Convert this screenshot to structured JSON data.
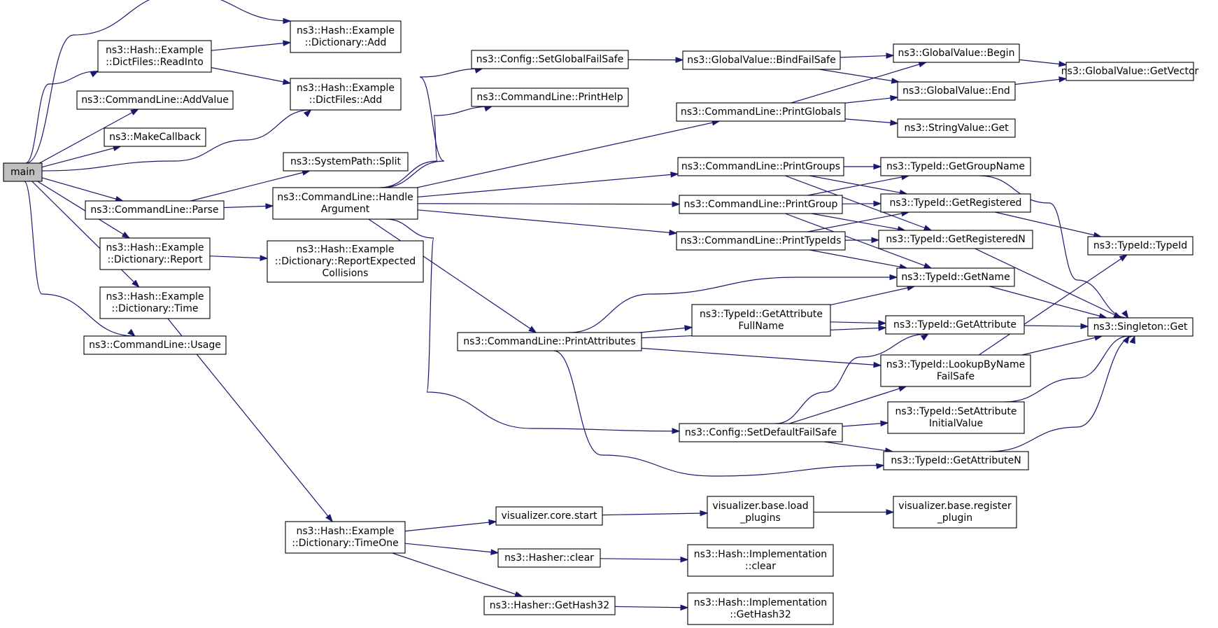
{
  "colors": {
    "edge": "#191970",
    "root_fill": "#bfbfbf",
    "node_fill": "#ffffff",
    "node_border": "#000000"
  },
  "nodes": [
    {
      "id": "main",
      "lines": [
        "main"
      ],
      "root": true
    },
    {
      "id": "dict_add",
      "lines": [
        "ns3::Hash::Example",
        "::Dictionary::Add"
      ]
    },
    {
      "id": "readinto",
      "lines": [
        "ns3::Hash::Example",
        "::DictFiles::ReadInto"
      ]
    },
    {
      "id": "df_add",
      "lines": [
        "ns3::Hash::Example",
        "::DictFiles::Add"
      ]
    },
    {
      "id": "addvalue",
      "lines": [
        "ns3::CommandLine::AddValue"
      ]
    },
    {
      "id": "makecallback",
      "lines": [
        "ns3::MakeCallback"
      ]
    },
    {
      "id": "split",
      "lines": [
        "ns3::SystemPath::Split"
      ]
    },
    {
      "id": "parse",
      "lines": [
        "ns3::CommandLine::Parse"
      ]
    },
    {
      "id": "handle",
      "lines": [
        "ns3::CommandLine::Handle",
        "Argument"
      ]
    },
    {
      "id": "report",
      "lines": [
        "ns3::Hash::Example",
        "::Dictionary::Report"
      ]
    },
    {
      "id": "reportexp",
      "lines": [
        "ns3::Hash::Example",
        "::Dictionary::ReportExpected",
        "Collisions"
      ]
    },
    {
      "id": "dtime",
      "lines": [
        "ns3::Hash::Example",
        "::Dictionary::Time"
      ]
    },
    {
      "id": "usage",
      "lines": [
        "ns3::CommandLine::Usage"
      ]
    },
    {
      "id": "setglobalfs",
      "lines": [
        "ns3::Config::SetGlobalFailSafe"
      ]
    },
    {
      "id": "printhelp",
      "lines": [
        "ns3::CommandLine::PrintHelp"
      ]
    },
    {
      "id": "bindfs",
      "lines": [
        "ns3::GlobalValue::BindFailSafe"
      ]
    },
    {
      "id": "gvbegin",
      "lines": [
        "ns3::GlobalValue::Begin"
      ]
    },
    {
      "id": "gvend",
      "lines": [
        "ns3::GlobalValue::End"
      ]
    },
    {
      "id": "gvgetvector",
      "lines": [
        "ns3::GlobalValue::GetVector"
      ]
    },
    {
      "id": "printglobals",
      "lines": [
        "ns3::CommandLine::PrintGlobals"
      ]
    },
    {
      "id": "svget",
      "lines": [
        "ns3::StringValue::Get"
      ]
    },
    {
      "id": "printgroups",
      "lines": [
        "ns3::CommandLine::PrintGroups"
      ]
    },
    {
      "id": "getgroupname",
      "lines": [
        "ns3::TypeId::GetGroupName"
      ]
    },
    {
      "id": "printgroup",
      "lines": [
        "ns3::CommandLine::PrintGroup"
      ]
    },
    {
      "id": "getregistered",
      "lines": [
        "ns3::TypeId::GetRegistered"
      ]
    },
    {
      "id": "printtypeids",
      "lines": [
        "ns3::CommandLine::PrintTypeIds"
      ]
    },
    {
      "id": "getregisteredn",
      "lines": [
        "ns3::TypeId::GetRegisteredN"
      ]
    },
    {
      "id": "typeid",
      "lines": [
        "ns3::TypeId::TypeId"
      ]
    },
    {
      "id": "getname",
      "lines": [
        "ns3::TypeId::GetName"
      ]
    },
    {
      "id": "getattrfull",
      "lines": [
        "ns3::TypeId::GetAttribute",
        "FullName"
      ]
    },
    {
      "id": "printattrs",
      "lines": [
        "ns3::CommandLine::PrintAttributes"
      ]
    },
    {
      "id": "getattribute",
      "lines": [
        "ns3::TypeId::GetAttribute"
      ]
    },
    {
      "id": "singleton",
      "lines": [
        "ns3::Singleton::Get"
      ]
    },
    {
      "id": "lookupbyname",
      "lines": [
        "ns3::TypeId::LookupByName",
        "FailSafe"
      ]
    },
    {
      "id": "setattrinit",
      "lines": [
        "ns3::TypeId::SetAttribute",
        "InitialValue"
      ]
    },
    {
      "id": "setdefaultfs",
      "lines": [
        "ns3::Config::SetDefaultFailSafe"
      ]
    },
    {
      "id": "getattrn",
      "lines": [
        "ns3::TypeId::GetAttributeN"
      ]
    },
    {
      "id": "timeone",
      "lines": [
        "ns3::Hash::Example",
        "::Dictionary::TimeOne"
      ]
    },
    {
      "id": "vizstart",
      "lines": [
        "visualizer.core.start"
      ]
    },
    {
      "id": "vizload",
      "lines": [
        "visualizer.base.load",
        "_plugins"
      ]
    },
    {
      "id": "vizreg",
      "lines": [
        "visualizer.base.register",
        "_plugin"
      ]
    },
    {
      "id": "hclear",
      "lines": [
        "ns3::Hasher::clear"
      ]
    },
    {
      "id": "himplclear",
      "lines": [
        "ns3::Hash::Implementation",
        "::clear"
      ]
    },
    {
      "id": "hgethash",
      "lines": [
        "ns3::Hasher::GetHash32"
      ]
    },
    {
      "id": "himplhash",
      "lines": [
        "ns3::Hash::Implementation",
        "::GetHash32"
      ]
    }
  ],
  "edges": [
    [
      "main",
      "dict_add"
    ],
    [
      "main",
      "readinto"
    ],
    [
      "main",
      "df_add"
    ],
    [
      "main",
      "addvalue"
    ],
    [
      "main",
      "makecallback"
    ],
    [
      "main",
      "parse"
    ],
    [
      "main",
      "report"
    ],
    [
      "main",
      "dtime"
    ],
    [
      "main",
      "usage"
    ],
    [
      "readinto",
      "dict_add"
    ],
    [
      "readinto",
      "df_add"
    ],
    [
      "parse",
      "split"
    ],
    [
      "parse",
      "handle"
    ],
    [
      "report",
      "reportexp"
    ],
    [
      "dtime",
      "timeone"
    ],
    [
      "handle",
      "setglobalfs"
    ],
    [
      "handle",
      "printhelp"
    ],
    [
      "handle",
      "printglobals"
    ],
    [
      "handle",
      "printgroups"
    ],
    [
      "handle",
      "printgroup"
    ],
    [
      "handle",
      "printtypeids"
    ],
    [
      "handle",
      "printattrs"
    ],
    [
      "handle",
      "setdefaultfs"
    ],
    [
      "setglobalfs",
      "bindfs"
    ],
    [
      "bindfs",
      "gvbegin"
    ],
    [
      "bindfs",
      "gvend"
    ],
    [
      "gvbegin",
      "gvgetvector"
    ],
    [
      "gvend",
      "gvgetvector"
    ],
    [
      "printglobals",
      "gvbegin"
    ],
    [
      "printglobals",
      "gvend"
    ],
    [
      "printglobals",
      "svget"
    ],
    [
      "printgroups",
      "getgroupname"
    ],
    [
      "printgroups",
      "getregistered"
    ],
    [
      "printgroups",
      "getregisteredn"
    ],
    [
      "printgroup",
      "getgroupname"
    ],
    [
      "printgroup",
      "getregistered"
    ],
    [
      "printgroup",
      "getregisteredn"
    ],
    [
      "printgroup",
      "getname"
    ],
    [
      "printtypeids",
      "getregistered"
    ],
    [
      "printtypeids",
      "getregisteredn"
    ],
    [
      "printtypeids",
      "getname"
    ],
    [
      "getgroupname",
      "singleton"
    ],
    [
      "getregistered",
      "typeid"
    ],
    [
      "getregisteredn",
      "singleton"
    ],
    [
      "getname",
      "singleton"
    ],
    [
      "printattrs",
      "getname"
    ],
    [
      "printattrs",
      "getattrfull"
    ],
    [
      "printattrs",
      "getattribute"
    ],
    [
      "printattrs",
      "lookupbyname"
    ],
    [
      "printattrs",
      "getattrn"
    ],
    [
      "getattrfull",
      "getname"
    ],
    [
      "getattrfull",
      "getattribute"
    ],
    [
      "getattribute",
      "singleton"
    ],
    [
      "lookupbyname",
      "typeid"
    ],
    [
      "lookupbyname",
      "singleton"
    ],
    [
      "setattrinit",
      "singleton"
    ],
    [
      "getattrn",
      "singleton"
    ],
    [
      "setdefaultfs",
      "getattribute"
    ],
    [
      "setdefaultfs",
      "lookupbyname"
    ],
    [
      "setdefaultfs",
      "setattrinit"
    ],
    [
      "setdefaultfs",
      "getattrn"
    ],
    [
      "timeone",
      "vizstart"
    ],
    [
      "timeone",
      "hclear"
    ],
    [
      "timeone",
      "hgethash"
    ],
    [
      "vizstart",
      "vizload"
    ],
    [
      "vizload",
      "vizreg"
    ],
    [
      "hclear",
      "himplclear"
    ],
    [
      "hgethash",
      "himplhash"
    ]
  ]
}
